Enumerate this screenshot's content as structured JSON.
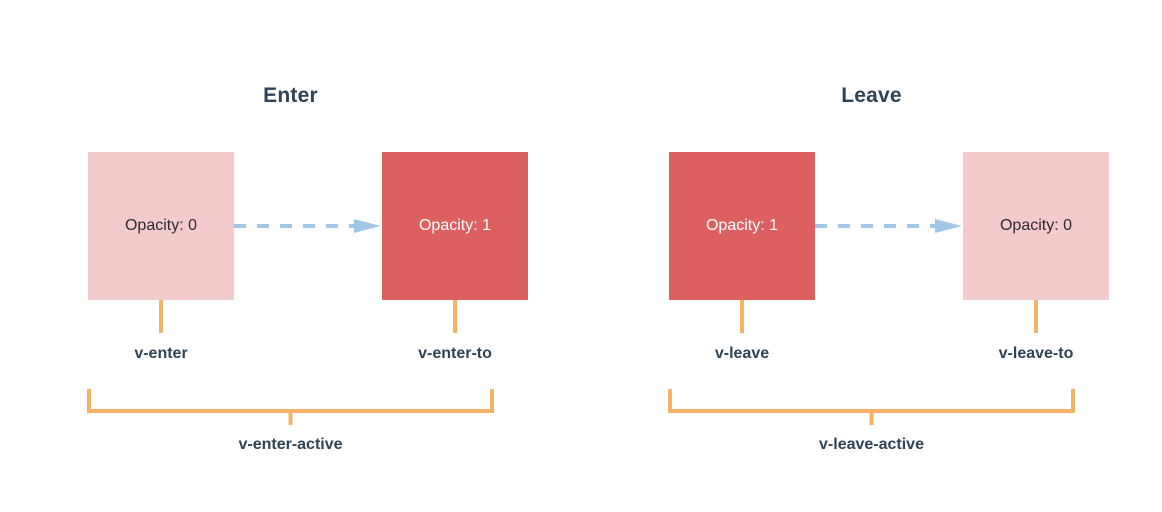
{
  "colors": {
    "background": "#ffffff",
    "box_pale": "#f3cbcc",
    "box_solid": "#dd6061",
    "arrow": "#a0c7e8",
    "connector": "#f8b265",
    "text_dark": "#2f4356",
    "text_on_solid": "#ffffff"
  },
  "sections": [
    {
      "title": "Enter",
      "bracket_label": "v-enter-active",
      "boxes": [
        {
          "state": "pale",
          "value": "Opacity: 0",
          "label": "v-enter"
        },
        {
          "state": "solid",
          "value": "Opacity: 1",
          "label": "v-enter-to"
        }
      ],
      "arrow": {
        "direction": "right",
        "style": "dashed"
      }
    },
    {
      "title": "Leave",
      "bracket_label": "v-leave-active",
      "boxes": [
        {
          "state": "solid",
          "value": "Opacity: 1",
          "label": "v-leave"
        },
        {
          "state": "pale",
          "value": "Opacity: 0",
          "label": "v-leave-to"
        }
      ],
      "arrow": {
        "direction": "right",
        "style": "dashed"
      }
    }
  ]
}
